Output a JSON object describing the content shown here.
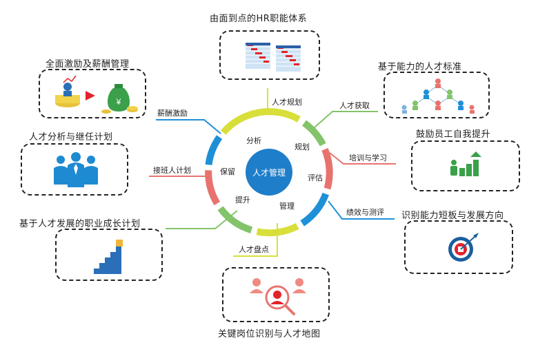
{
  "center": {
    "label": "人才管理"
  },
  "ring_labels": {
    "fenxi": "分析",
    "guihua": "规划",
    "pinggu": "评估",
    "guanli": "管理",
    "tisheng": "提升",
    "baoliu": "保留"
  },
  "spokes": {
    "rencai_guihua": "人才规划",
    "rencai_huoqu": "人才获取",
    "peixun_xuexi": "培训与学习",
    "jixiao_cepin": "绩效与测评",
    "rencai_pandian": "人才盘点",
    "jiebanren": "接班人计划",
    "xinchou_jili": "薪酬激励"
  },
  "titles": {
    "hr_system": "由面到点的HR职能体系",
    "ability_standard": "基于能力的人才标准",
    "self_improve": "鼓励员工自我提升",
    "gap_direction": "识别能力短板与发展方向",
    "key_positions": "关键岗位识别与人才地图",
    "career_plan": "基于人才发展的职业成长计划",
    "succession": "人才分析与继任计划",
    "compensation": "全面激励及薪酬管理"
  },
  "icons": {
    "hr_system": "gantt-chart-icon",
    "ability_standard": "org-tree-icon",
    "self_improve": "growth-bars-icon",
    "gap_direction": "target-icon",
    "key_positions": "search-people-icon",
    "career_plan": "stairs-icon",
    "succession": "team-icon",
    "compensation": "money-bag-icon"
  },
  "colors": {
    "center": "#1f7ec9",
    "blue_arc": "#1e90d8",
    "yellow_arc": "#d9df3a",
    "green_arc": "#83c36a",
    "red_arc": "#e8736e",
    "red_arrow": "#e2232a",
    "dark_blue": "#1a5e9e"
  }
}
